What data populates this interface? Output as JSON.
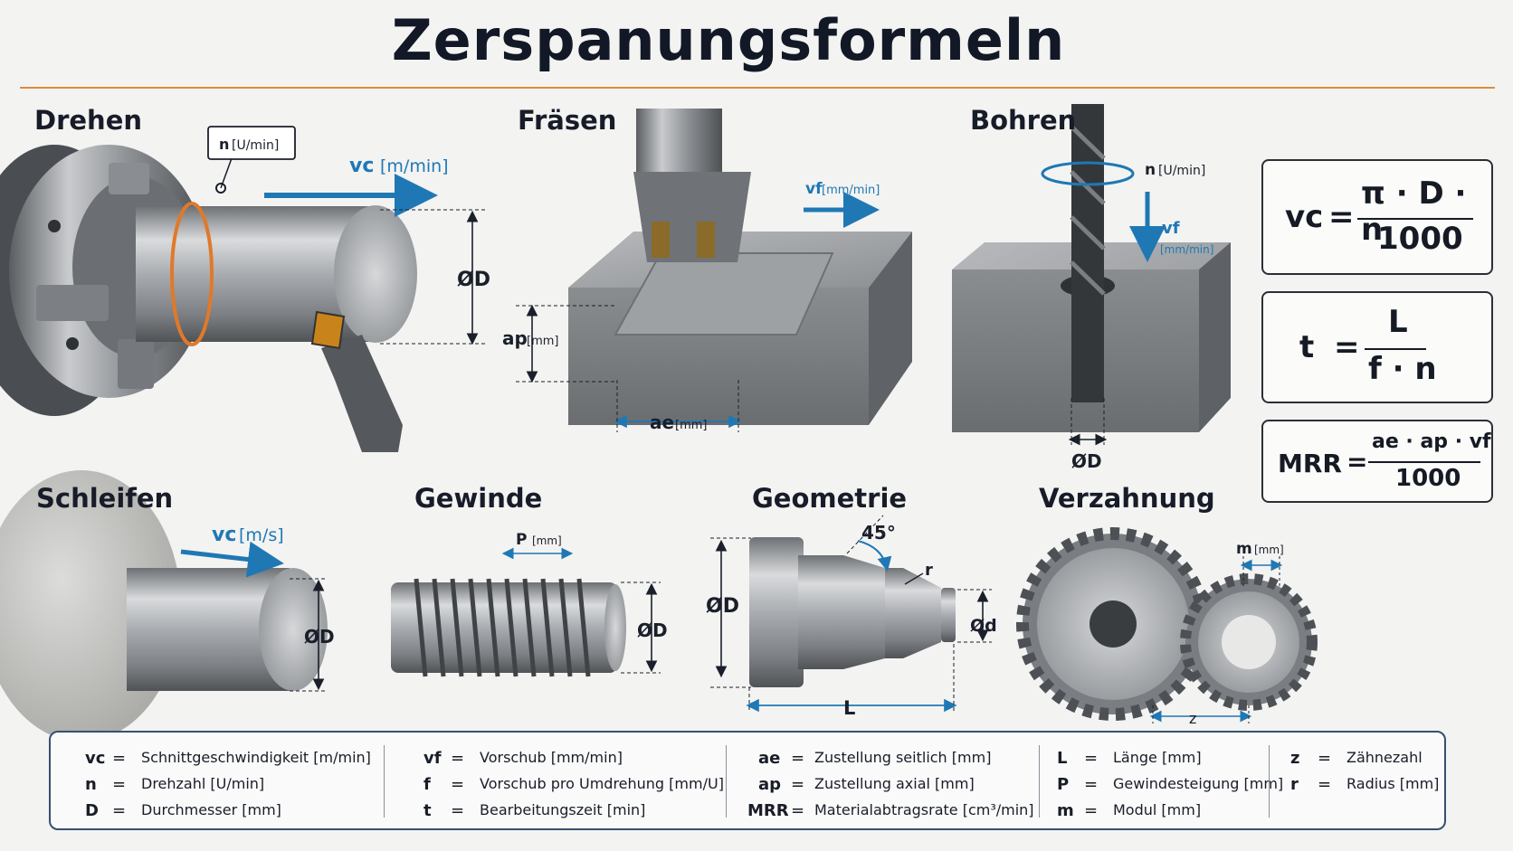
{
  "title": "Zerspanungsformeln",
  "sections": {
    "drehen": "Drehen",
    "fraesen": "Fräsen",
    "bohren": "Bohren",
    "schleifen": "Schleifen",
    "gewinde": "Gewinde",
    "geometrie": "Geometrie",
    "verzahnung": "Verzahnung"
  },
  "labels": {
    "drehen_n": "n",
    "drehen_n_unit": "[U/min]",
    "drehen_vc": "vc",
    "drehen_vc_unit": "[m/min]",
    "drehen_d": "ØD",
    "fraesen_vf": "vf",
    "fraesen_vf_unit": "[mm/min]",
    "fraesen_ap": "ap",
    "fraesen_ap_unit": "[mm]",
    "fraesen_ae": "ae",
    "fraesen_ae_unit": "[mm]",
    "bohren_n": "n",
    "bohren_n_unit": "[U/min]",
    "bohren_vf": "vf",
    "bohren_vf_unit": "[mm/min]",
    "bohren_d": "ØD",
    "schleifen_vc": "vc",
    "schleifen_vc_unit": "[m/s]",
    "schleifen_d": "ØD",
    "gewinde_p": "P",
    "gewinde_p_unit": "[mm]",
    "gewinde_d": "ØD",
    "geo_angle": "45°",
    "geo_r": "r",
    "geo_D": "ØD",
    "geo_d": "Ød",
    "geo_L": "L",
    "verz_m": "m",
    "verz_m_unit": "[mm]",
    "verz_z": "z"
  },
  "formulas": {
    "vc": {
      "lhs": "vc",
      "eq": "=",
      "num": "π · D · n",
      "den": "1000"
    },
    "t": {
      "lhs": "t",
      "eq": "=",
      "num": "L",
      "den": "f · n"
    },
    "mrr": {
      "lhs": "MRR",
      "eq": "=",
      "num": "ae · ap · vf",
      "den": "1000"
    }
  },
  "legend": [
    [
      {
        "sym": "vc",
        "eq": "=",
        "text": "Schnittgeschwindigkeit [m/min]"
      },
      {
        "sym": "n",
        "eq": "=",
        "text": "Drehzahl [U/min]"
      },
      {
        "sym": "D",
        "eq": "=",
        "text": "Durchmesser [mm]"
      }
    ],
    [
      {
        "sym": "vf",
        "eq": "=",
        "text": "Vorschub [mm/min]"
      },
      {
        "sym": "f",
        "eq": "=",
        "text": "Vorschub pro Umdrehung [mm/U]"
      },
      {
        "sym": "t",
        "eq": "=",
        "text": "Bearbeitungszeit [min]"
      }
    ],
    [
      {
        "sym": "ae",
        "eq": "=",
        "text": "Zustellung seitlich [mm]"
      },
      {
        "sym": "ap",
        "eq": "=",
        "text": "Zustellung axial [mm]"
      },
      {
        "sym": "MRR",
        "eq": "=",
        "text": "Materialabtragsrate [cm³/min]"
      }
    ],
    [
      {
        "sym": "L",
        "eq": "=",
        "text": "Länge [mm]"
      },
      {
        "sym": "P",
        "eq": "=",
        "text": "Gewindesteigung [mm]"
      },
      {
        "sym": "m",
        "eq": "=",
        "text": "Modul [mm]"
      }
    ],
    [
      {
        "sym": "z",
        "eq": "=",
        "text": "Zähnezahl"
      },
      {
        "sym": "r",
        "eq": "=",
        "text": "Radius [mm]"
      }
    ]
  ],
  "colors": {
    "accent_orange": "#e08a3c",
    "arrow_blue": "#1f78b4",
    "frame": "#36506e"
  }
}
